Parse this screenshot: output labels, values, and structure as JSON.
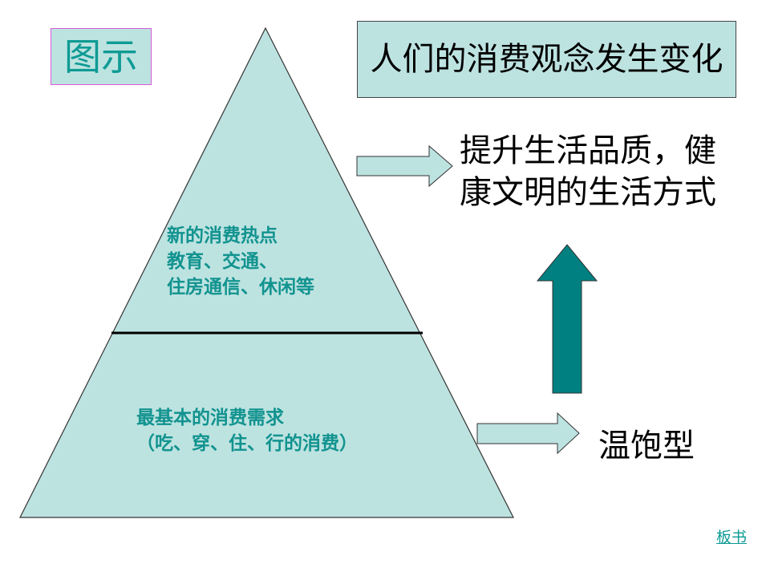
{
  "title_label": "图示",
  "header": {
    "text": "人们的消费观念发生变化"
  },
  "pyramid": {
    "upper": {
      "lines": [
        "新的消费热点",
        "教育、交通、",
        "住房通信、休闲等"
      ]
    },
    "lower": {
      "lines": [
        "最基本的消费需求",
        "（吃、穿、住、行的消费）"
      ]
    }
  },
  "outcomes": {
    "top_lines": [
      "提升生活品质，健",
      "康文明的生活方式"
    ],
    "bottom": "温饱型"
  },
  "nav": {
    "link": "板书"
  },
  "colors": {
    "fill": "#bde3e1",
    "accent_text": "#12938f",
    "up_arrow": "#008080"
  }
}
